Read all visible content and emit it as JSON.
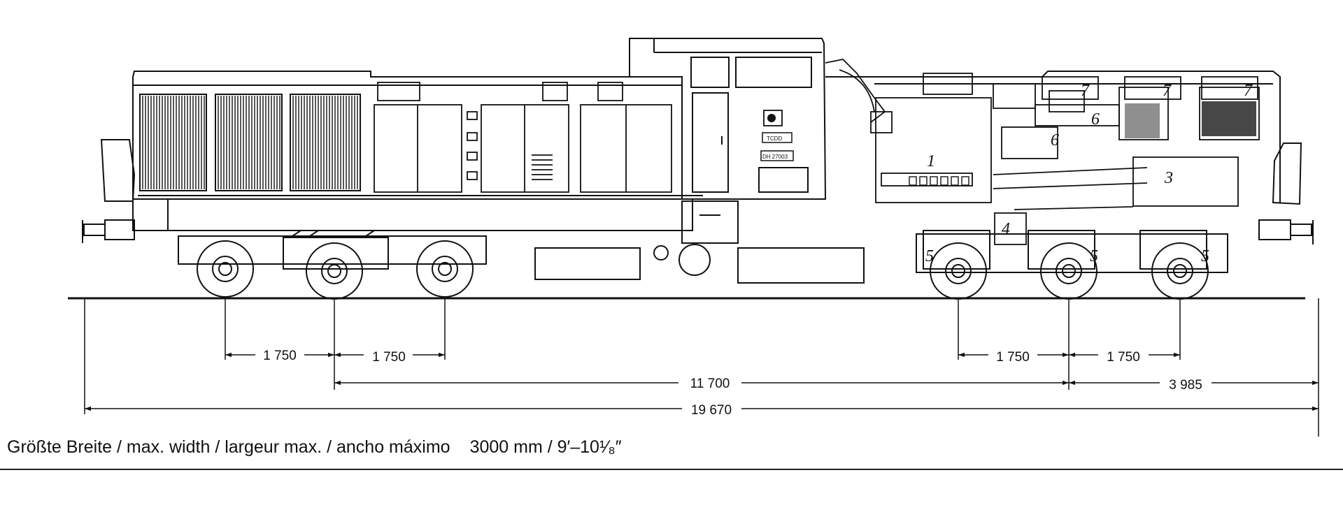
{
  "dimensions": {
    "left_bogie_axle_1": "1 750",
    "left_bogie_axle_2": "1 750",
    "right_bogie_axle_1": "1 750",
    "right_bogie_axle_2": "1 750",
    "bogie_pivot_distance": "11 700",
    "pivot_to_buffer": "3 985",
    "length_over_buffers": "19 670"
  },
  "part_labels": {
    "engine": "1",
    "unit_3": "3",
    "unit_4": "4",
    "bogie": "5",
    "unit_6": "6",
    "roof_unit": "7"
  },
  "cab_markings": {
    "line_1": "TCDD",
    "line_2": "DH 27003"
  },
  "caption": {
    "label": "Größte Breite / max. width / largeur max. / ancho máximo",
    "value": "3000 mm / 9′–10¹⁄₈″"
  }
}
